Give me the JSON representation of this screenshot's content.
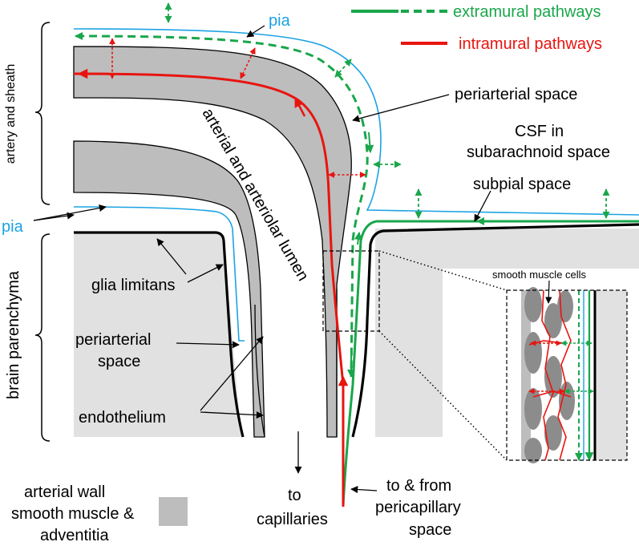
{
  "colors": {
    "extramural": "#1aa64b",
    "intramural": "#e8140f",
    "pia": "#1ba3e3",
    "wall_gray": "#bdbdbd",
    "parenchyma_gray": "#e1e1e1",
    "smooth_muscle_cell": "#8c8c8c",
    "line": "#000000"
  },
  "legend": {
    "extramural_label": "extramural pathways",
    "intramural_label": "intramural pathways",
    "wall_label_line1": "arterial wall",
    "wall_label_line2": "smooth muscle &",
    "wall_label_line3": "adventitia"
  },
  "labels": {
    "pia_top": "pia",
    "pia_left": "pia",
    "periarterial_space_right": "periarterial space",
    "csf_line1": "CSF in",
    "csf_line2": "subarachnoid space",
    "subpial_space": "subpial space",
    "lumen": "arterial and arteriolar lumen",
    "artery_and_sheath": "artery and sheath",
    "brain_parenchyma": "brain parenchyma",
    "glia_limitans": "glia limitans",
    "periarterial_space_left_line1": "periarterial",
    "periarterial_space_left_line2": "space",
    "endothelium": "endothelium",
    "to_capillaries_line1": "to",
    "to_capillaries_line2": "capillaries",
    "pericapillary_line1": "to & from",
    "pericapillary_line2": "pericapillary",
    "pericapillary_line3": "space",
    "smooth_muscle_cells": "smooth muscle cells"
  }
}
